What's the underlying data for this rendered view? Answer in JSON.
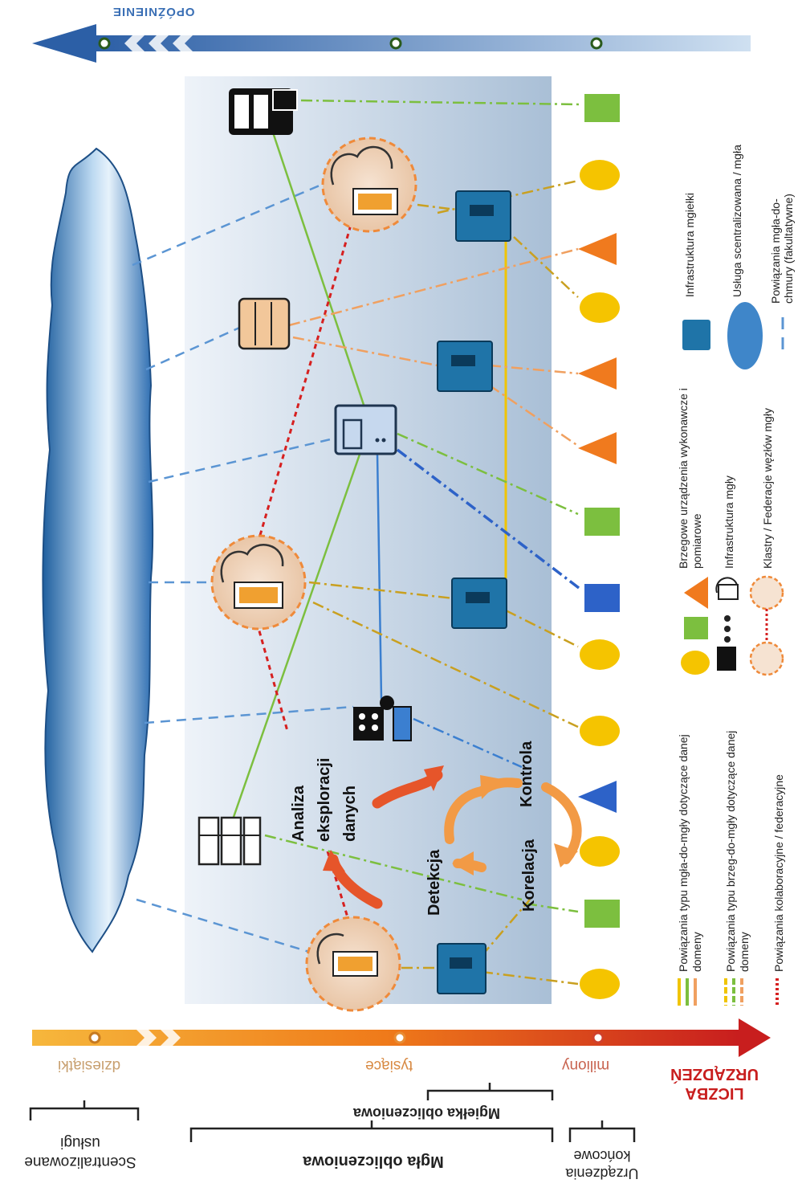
{
  "top_arrow": {
    "label": "OPÓŹNIENIE",
    "color": "#3a6fb5"
  },
  "bottom_arrow": {
    "label": "LICZBA URZĄDZEŃ",
    "color": "#c0392b",
    "ticks": [
      "dziesiątki",
      "tysiące",
      "miliony"
    ]
  },
  "brackets": {
    "centralized": "Scentralizowane usługi",
    "fog": "Mgła obliczeniowa",
    "mist": "Mgiełka obliczeniowa",
    "end_devices": "Urządzenia końcowe"
  },
  "cycle": {
    "analysis": "Analiza eksploracji danych",
    "detection": "Detekcja",
    "correlation": "Korelacja",
    "control": "Kontrola"
  },
  "legend": {
    "items": [
      {
        "text": "Infrastruktura mgiełki",
        "icon": "mist-board-icon"
      },
      {
        "text": "Usługa scentralizowana / mgła",
        "icon": "cloud-icon"
      },
      {
        "text": "Powiązania mgła-do-chmury (fakultatywne)",
        "icon": "dashed-blue-line-icon"
      },
      {
        "text": "Brzegowe urządzenia wykonawcze i pomiarowe",
        "icon": "sensor-shapes-icon"
      },
      {
        "text": "Infrastruktura mgły",
        "icon": "fog-node-icon"
      },
      {
        "text": "Klastry / Federacje węzłów mgły",
        "icon": "cluster-icon"
      },
      {
        "text": "Powiązania typu mgła-do-mgły dotyczące danej domeny",
        "icon": "solid-lines-icon"
      },
      {
        "text": "Powiązania typu brzeg-do-mgły dotyczące danej domeny",
        "icon": "dashdot-lines-icon"
      },
      {
        "text": "Powiązania kolaboracyjne / federacyjne",
        "icon": "red-dotted-line-icon"
      }
    ]
  },
  "colors": {
    "cloud": "#3f86c9",
    "green": "#7cbf3f",
    "yellow": "#f0b400",
    "orange": "#f07a1e",
    "blue_sensor": "#2d62c8",
    "red_link": "#d62020",
    "panel": "#dce6f0"
  }
}
